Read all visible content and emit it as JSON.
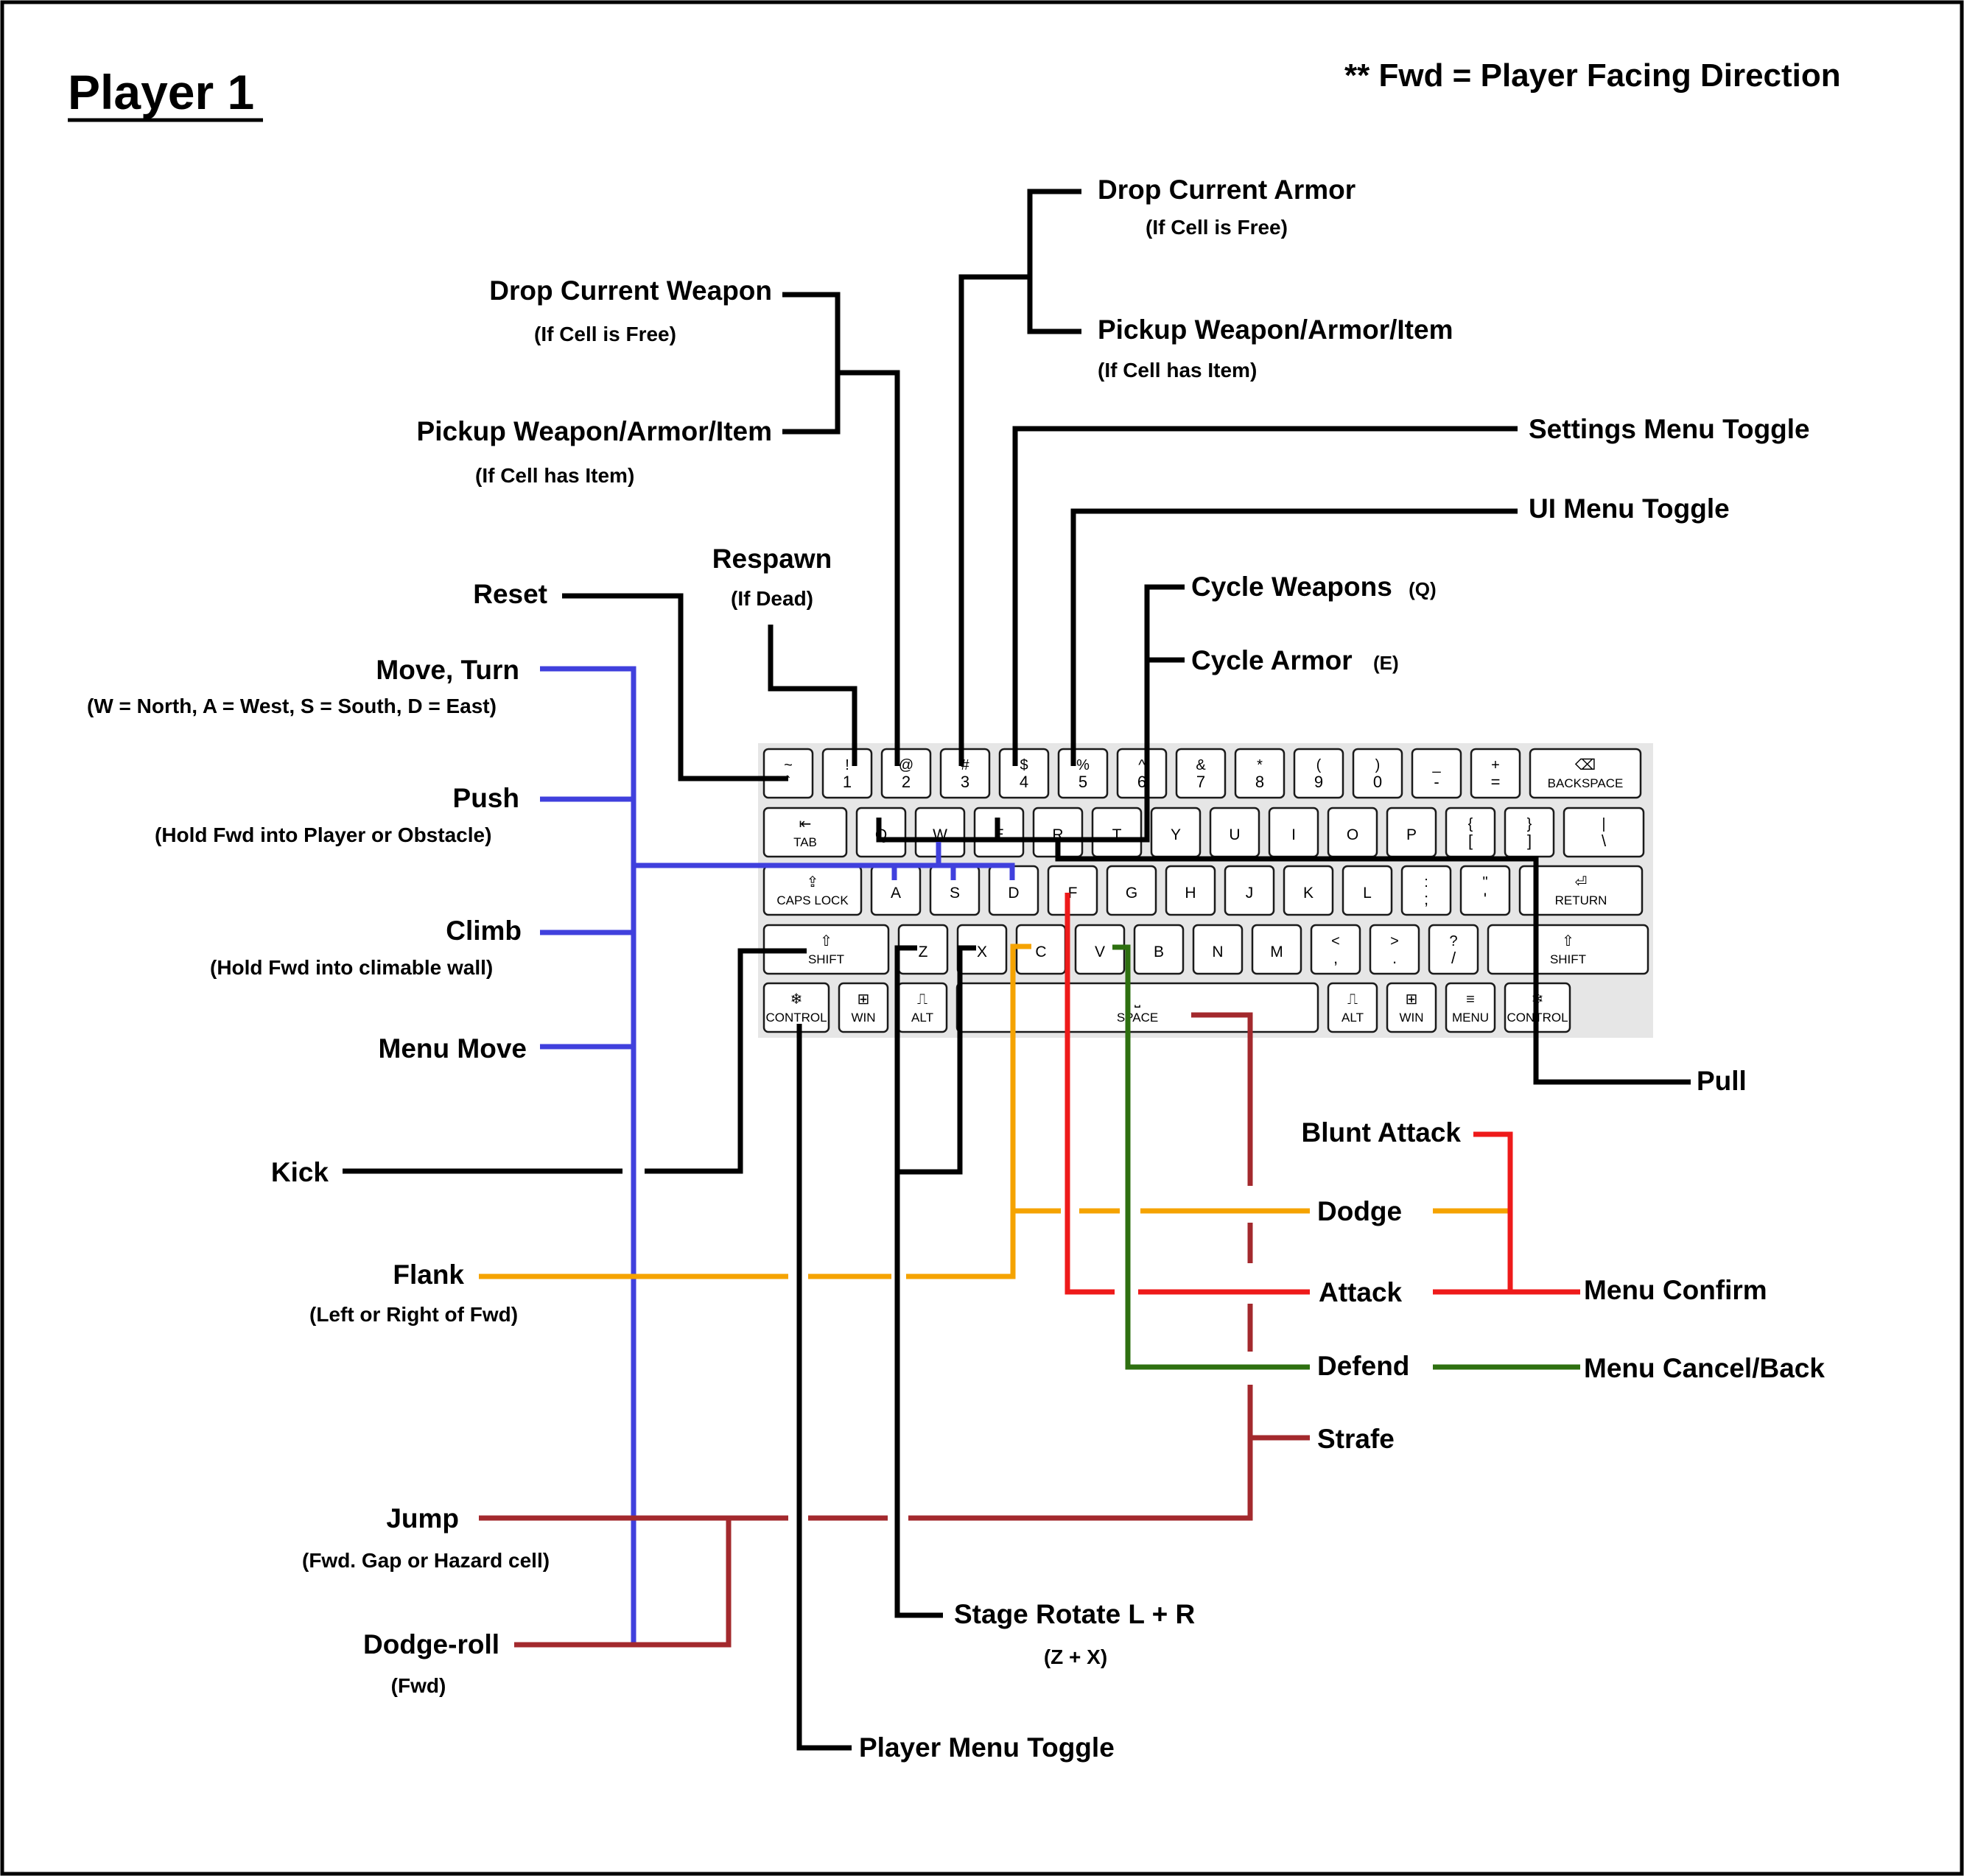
{
  "title": "Player 1",
  "note": "** Fwd = Player  Facing Direction",
  "colors": {
    "black": "#000000",
    "blue": "#4040dd",
    "orange": "#f5a300",
    "red": "#ee1a1a",
    "green": "#2e7010",
    "darkred": "#a3292d",
    "keyboard_bg": "#e6e6e6"
  },
  "labels": {
    "drop_armor": "Drop Current Armor",
    "drop_armor_note": "(If Cell is Free)",
    "pickup_right": "Pickup Weapon/Armor/Item",
    "pickup_right_note": "(If Cell has Item)",
    "drop_weapon": "Drop Current Weapon",
    "drop_weapon_note": "(If Cell is Free)",
    "pickup_left": "Pickup Weapon/Armor/Item",
    "pickup_left_note": "(If Cell has Item)",
    "settings": "Settings Menu Toggle",
    "ui_menu": "UI Menu Toggle",
    "cycle_weapons": "Cycle Weapons",
    "cycle_weapons_key": "(Q)",
    "cycle_armor": "Cycle Armor",
    "cycle_armor_key": "(E)",
    "respawn": "Respawn",
    "respawn_note": "(If Dead)",
    "reset": "Reset",
    "move": "Move, Turn",
    "move_note": "(W = North, A = West, S = South, D = East)",
    "push": "Push",
    "push_note": "(Hold Fwd into Player or Obstacle)",
    "climb": "Climb",
    "climb_note": "(Hold Fwd into climable wall)",
    "menu_move": "Menu  Move",
    "kick": "Kick",
    "flank": "Flank",
    "flank_note": "(Left or Right of Fwd)",
    "jump": "Jump",
    "jump_note": "(Fwd. Gap or Hazard cell)",
    "dodge_roll": "Dodge-roll",
    "dodge_roll_note": "(Fwd)",
    "pull": "Pull",
    "blunt": "Blunt Attack",
    "dodge": "Dodge",
    "attack": "Attack",
    "menu_confirm": "Menu Confirm",
    "defend": "Defend",
    "menu_cancel": "Menu Cancel/Back",
    "strafe": "Strafe",
    "stage_rotate": "Stage Rotate L + R",
    "stage_rotate_note": "(Z + X)",
    "player_menu": "Player Menu Toggle"
  },
  "keyboard": {
    "rows": [
      [
        {
          "top": "~",
          "bottom": "`"
        },
        {
          "top": "!",
          "bottom": "1"
        },
        {
          "top": "@",
          "bottom": "2"
        },
        {
          "top": "#",
          "bottom": "3"
        },
        {
          "top": "$",
          "bottom": "4"
        },
        {
          "top": "%",
          "bottom": "5"
        },
        {
          "top": "^",
          "bottom": "6"
        },
        {
          "top": "&",
          "bottom": "7"
        },
        {
          "top": "*",
          "bottom": "8"
        },
        {
          "top": "(",
          "bottom": "9"
        },
        {
          "top": ")",
          "bottom": "0"
        },
        {
          "top": "_",
          "bottom": "-"
        },
        {
          "top": "+",
          "bottom": "="
        },
        {
          "top": "⌫",
          "bottom": "BACKSPACE"
        }
      ],
      [
        {
          "top": "⇤",
          "bottom": "TAB"
        },
        {
          "label": "Q"
        },
        {
          "label": "W"
        },
        {
          "label": "E"
        },
        {
          "label": "R"
        },
        {
          "label": "T"
        },
        {
          "label": "Y"
        },
        {
          "label": "U"
        },
        {
          "label": "I"
        },
        {
          "label": "O"
        },
        {
          "label": "P"
        },
        {
          "top": "{",
          "bottom": "["
        },
        {
          "top": "}",
          "bottom": "]"
        },
        {
          "top": "|",
          "bottom": "\\"
        }
      ],
      [
        {
          "top": "⇪",
          "bottom": "CAPS LOCK"
        },
        {
          "label": "A"
        },
        {
          "label": "S"
        },
        {
          "label": "D"
        },
        {
          "label": "F"
        },
        {
          "label": "G"
        },
        {
          "label": "H"
        },
        {
          "label": "J"
        },
        {
          "label": "K"
        },
        {
          "label": "L"
        },
        {
          "top": ":",
          "bottom": ";"
        },
        {
          "top": "\"",
          "bottom": "'"
        },
        {
          "top": "⏎",
          "bottom": "RETURN"
        }
      ],
      [
        {
          "top": "⇧",
          "bottom": "SHIFT"
        },
        {
          "label": "Z"
        },
        {
          "label": "X"
        },
        {
          "label": "C"
        },
        {
          "label": "V"
        },
        {
          "label": "B"
        },
        {
          "label": "N"
        },
        {
          "label": "M"
        },
        {
          "top": "<",
          "bottom": ","
        },
        {
          "top": ">",
          "bottom": "."
        },
        {
          "top": "?",
          "bottom": "/"
        },
        {
          "top": "⇧",
          "bottom": "SHIFT"
        }
      ],
      [
        {
          "top": "❄",
          "bottom": "CONTROL"
        },
        {
          "top": "⊞",
          "bottom": "WIN"
        },
        {
          "top": "⎍",
          "bottom": "ALT"
        },
        {
          "top": "⎵",
          "bottom": "SPACE"
        },
        {
          "top": "⎍",
          "bottom": "ALT"
        },
        {
          "top": "⊞",
          "bottom": "WIN"
        },
        {
          "top": "≡",
          "bottom": "MENU"
        },
        {
          "top": "❄",
          "bottom": "CONTROL"
        }
      ]
    ]
  }
}
